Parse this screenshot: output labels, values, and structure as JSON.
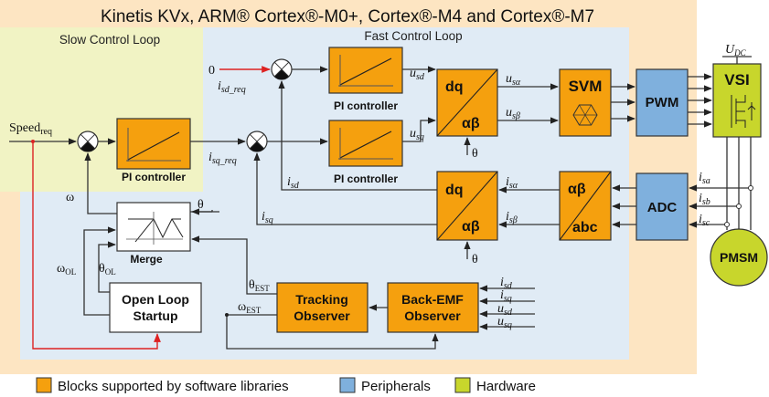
{
  "title": "Kinetis KVx, ARM® Cortex®-M0+, Cortex®-M4 and Cortex®-M7",
  "regions": {
    "slow": "Slow Control Loop",
    "fast": "Fast Control Loop"
  },
  "blocks": {
    "pi": "PI controller",
    "dq": "dq",
    "ab": "αβ",
    "abc": "abc",
    "svm": "SVM",
    "pwm": "PWM",
    "vsi": "VSI",
    "adc": "ADC",
    "pmsm": "PMSM",
    "merge": "Merge",
    "open_loop_1": "Open Loop",
    "open_loop_2": "Startup",
    "tracking_1": "Tracking",
    "tracking_2": "Observer",
    "bemf_1": "Back-EMF",
    "bemf_2": "Observer"
  },
  "signals": {
    "zero": "0",
    "speed": "Speed",
    "speed_sub": "req",
    "i": "i",
    "u": "u",
    "sd_req": "sd_req",
    "sq_req": "sq_req",
    "sd": "sd",
    "sq": "sq",
    "s_alpha": "sα",
    "s_beta": "sβ",
    "sa": "sa",
    "sb": "sb",
    "sc": "sc",
    "theta": "θ",
    "omega": "ω",
    "ol": "OL",
    "est": "EST",
    "U": "U",
    "dc": "DC"
  },
  "legend": [
    {
      "label": "Blocks supported by software libraries",
      "color": "#f5a00e"
    },
    {
      "label": "Peripherals",
      "color": "#7fb0dd"
    },
    {
      "label": "Hardware",
      "color": "#c8d62c"
    }
  ],
  "colors": {
    "background": "#fde5c2",
    "slow_loop": "#f1f3c4",
    "fast_loop": "#e0ebf5",
    "feedback_line": "#d22222"
  }
}
